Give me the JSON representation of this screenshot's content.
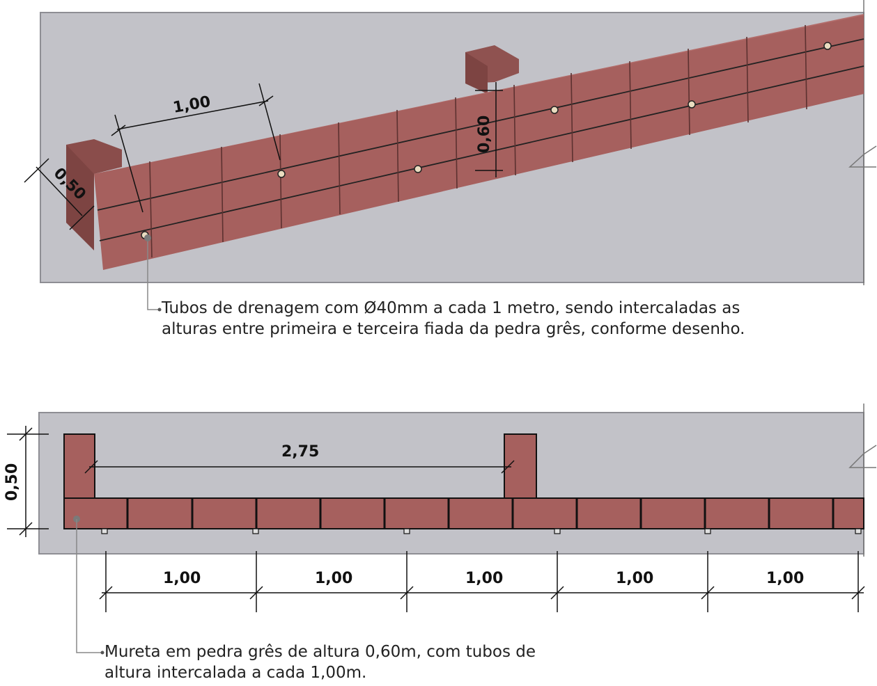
{
  "perspective_view": {
    "dim_width": "1,00",
    "dim_height": "0,60",
    "dim_depth": "0,50",
    "note": [
      "Tubos de drenagem com Ø40mm a cada 1 metro, sendo intercaladas as",
      "alturas entre primeira e terceira fiada da pedra grês, conforme desenho."
    ]
  },
  "plan_view": {
    "dim_spacing": "2,75",
    "dim_depth": "0,50",
    "dim_segments": [
      "1,00",
      "1,00",
      "1,00",
      "1,00",
      "1,00"
    ],
    "note": [
      "Mureta em pedra grês de altura 0,60m, com tubos de",
      "altura intercalada a cada 1,00m."
    ]
  },
  "colors": {
    "stone": "#a6605e",
    "stone_dark": "#7d4442",
    "ground": "#c2c2c8",
    "line": "#111111"
  }
}
